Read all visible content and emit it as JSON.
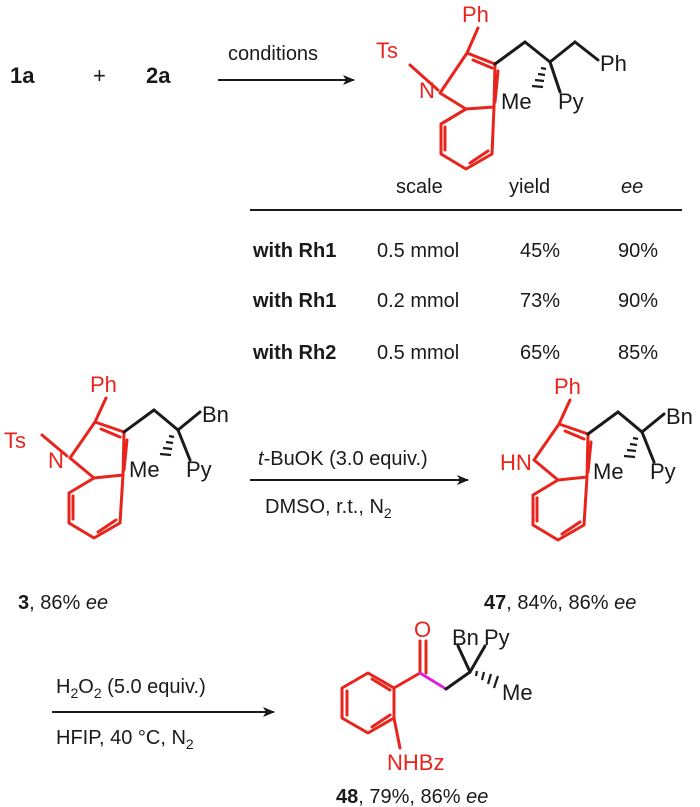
{
  "top": {
    "reactant1": "1a",
    "plus": "+",
    "reactant2": "2a",
    "arrow_label": "conditions",
    "atoms": {
      "ts": "Ts",
      "n": "N",
      "ph1": "Ph",
      "ph2": "Ph",
      "me": "Me",
      "py": "Py"
    }
  },
  "table": {
    "headers": [
      "scale",
      "yield",
      "ee"
    ],
    "rows": [
      {
        "label": "with Rh1",
        "scale": "0.5 mmol",
        "yield": "45%",
        "ee": "90%"
      },
      {
        "label": "with Rh1",
        "scale": "0.2 mmol",
        "yield": "73%",
        "ee": "90%"
      },
      {
        "label": "with Rh2",
        "scale": "0.5 mmol",
        "yield": "65%",
        "ee": "85%"
      }
    ]
  },
  "step1": {
    "reagent_prefix": "t",
    "reagent_rest": "-BuOK (3.0 equiv.)",
    "conditions": "DMSO, r.t., N",
    "conditions_sub": "2"
  },
  "cmpd3": {
    "atoms": {
      "ts": "Ts",
      "n": "N",
      "ph": "Ph",
      "bn": "Bn",
      "me": "Me",
      "py": "Py"
    },
    "id": "3",
    "rest": ", 86% ",
    "ee": "ee"
  },
  "cmpd47": {
    "atoms": {
      "hn": "HN",
      "ph": "Ph",
      "bn": "Bn",
      "me": "Me",
      "py": "Py"
    },
    "id": "47",
    "rest": ", 84%, 86% ",
    "ee": "ee"
  },
  "step2": {
    "reagent": "H",
    "reagent_sub": "2",
    "reagent_o": "O",
    "reagent_sub2": "2",
    "reagent_rest": " (5.0 equiv.)",
    "conditions": "HFIP, 40 °C, N",
    "conditions_sub": "2"
  },
  "cmpd48": {
    "atoms": {
      "o": "O",
      "bn": "Bn",
      "py": "Py",
      "me": "Me",
      "nhbz": "NHBz"
    },
    "id": "48",
    "rest": ", 79%, 86% ",
    "ee": "ee"
  }
}
